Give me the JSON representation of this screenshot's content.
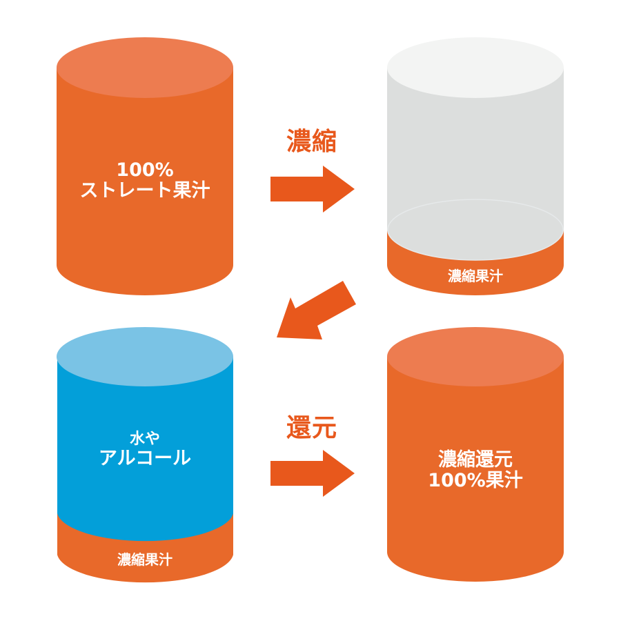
{
  "colors": {
    "orange_body": "#e8692a",
    "orange_top": "#ed7c50",
    "gray_body": "#dcdedd",
    "gray_top": "#f3f4f3",
    "blue_body": "#039fd9",
    "blue_top": "#7ac3e5",
    "arrow": "#e8581c",
    "text_light": "#ffffff"
  },
  "cylinders": [
    {
      "id": "straight",
      "lines": [
        "100%",
        "ストレート果汁"
      ]
    },
    {
      "id": "concentrated",
      "band_label": "濃縮果汁"
    },
    {
      "id": "diluted",
      "lines": [
        "水や",
        "アルコール"
      ],
      "band_label": "濃縮果汁"
    },
    {
      "id": "reconstituted",
      "lines": [
        "濃縮還元",
        "100%果汁"
      ]
    }
  ],
  "steps": [
    {
      "label": "濃縮",
      "arrow": "arrow-right"
    },
    {
      "label": "",
      "arrow": "arrow-down-left"
    },
    {
      "label": "還元",
      "arrow": "arrow-right"
    }
  ]
}
